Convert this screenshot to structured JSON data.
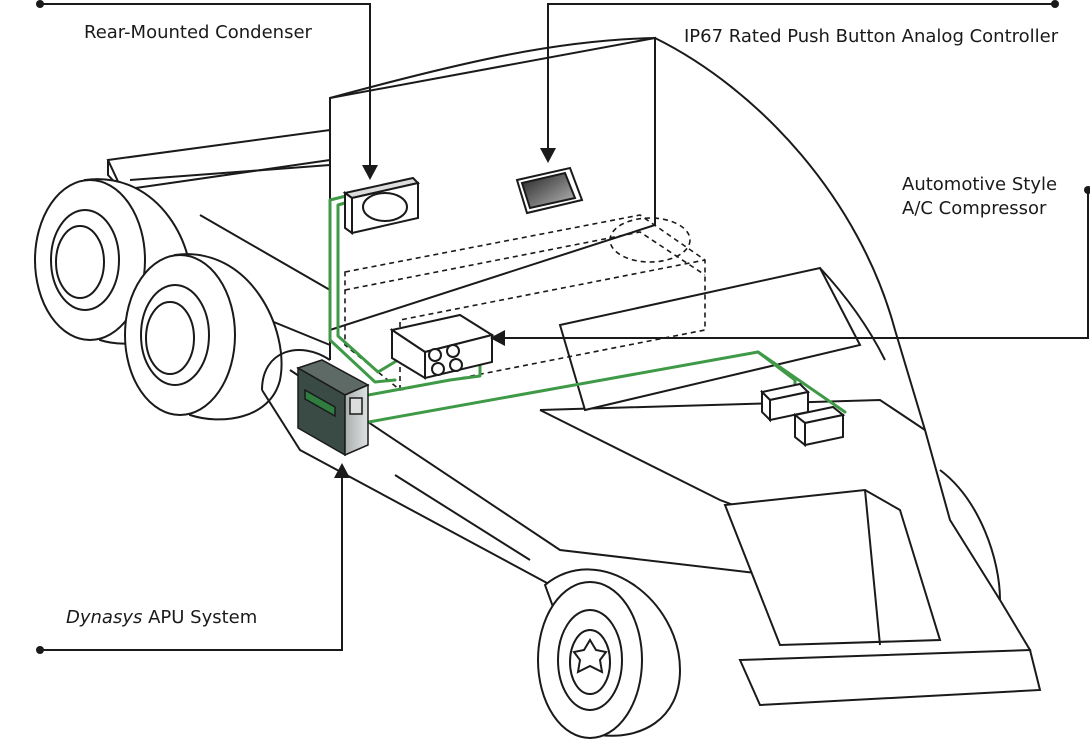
{
  "labels": {
    "condenser": "Rear-Mounted Condenser",
    "controller": "IP67 Rated Push Button Analog Controller",
    "compressor_line1": "Automotive Style",
    "compressor_line2": "A/C Compressor",
    "apu_brand": "Dynasys",
    "apu_rest": "APU System"
  },
  "colors": {
    "outline": "#1a1a1a",
    "hose": "#3f9a47",
    "apu_dark": "#3a4a44",
    "apu_light": "#c7cbcc",
    "apu_display": "#2f7d3f"
  },
  "icons": {
    "leader_dot": "dot-icon",
    "arrow_head": "arrowhead-icon"
  }
}
